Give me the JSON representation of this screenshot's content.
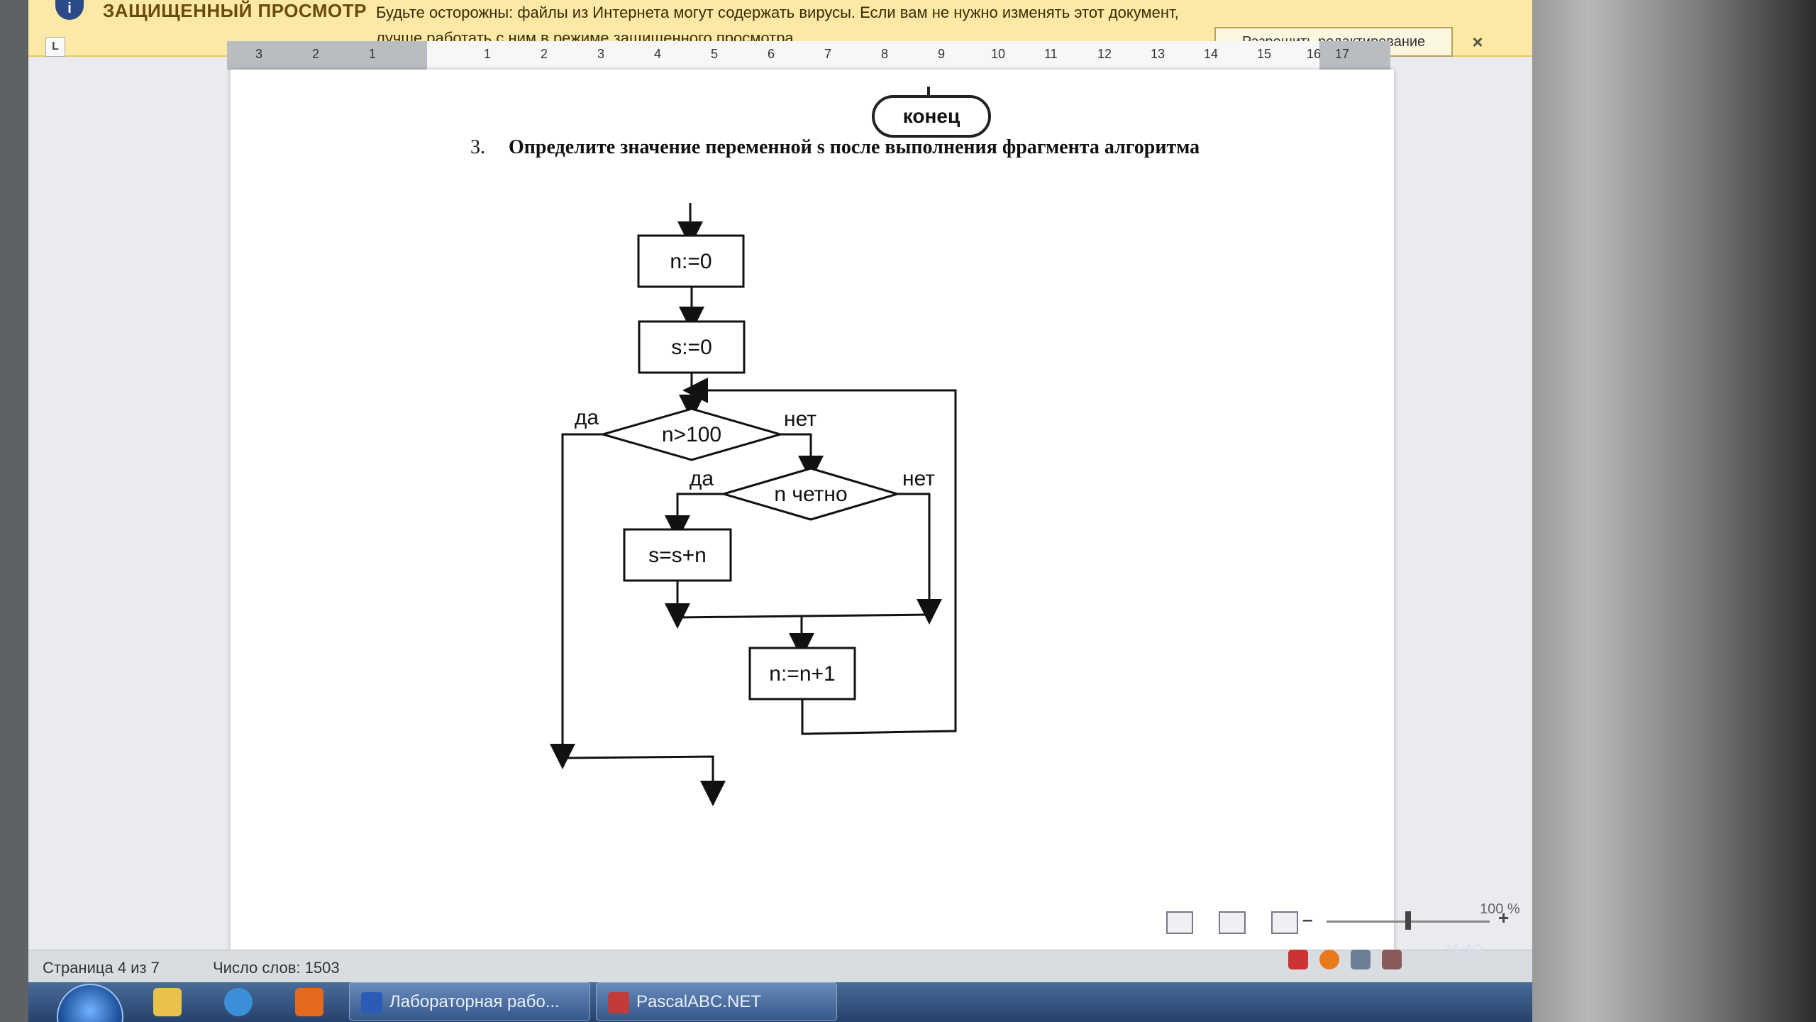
{
  "protected_view": {
    "icon": "info-shield-icon",
    "title": "ЗАЩИЩЕННЫЙ ПРОСМОТР",
    "message": "Будьте осторожны: файлы из Интернета могут содержать вирусы. Если вам не нужно изменять этот документ, лучше работать с ним в режиме защищенного просмотра.",
    "enable_button": "Разрешить редактирование",
    "close": "×"
  },
  "ruler": {
    "corner": "L",
    "ticks": [
      "3",
      "2",
      "1",
      "1",
      "2",
      "3",
      "4",
      "5",
      "6",
      "7",
      "8",
      "9",
      "10",
      "11",
      "12",
      "13",
      "14",
      "15",
      "16",
      "17"
    ]
  },
  "document": {
    "end_terminal": "конец",
    "task_number": "3.",
    "task_text": "Определите значение переменной s после выполнения фрагмента алгоритма",
    "flowchart": {
      "init_n": "n:=0",
      "init_s": "s:=0",
      "cond1": "n>100",
      "cond1_yes": "да",
      "cond1_no": "нет",
      "cond2": "n четно",
      "cond2_yes": "да",
      "cond2_no": "нет",
      "add": "s=s+n",
      "inc": "n:=n+1"
    }
  },
  "statusbar": {
    "page": "Страница 4 из 7",
    "words": "Число слов: 1503",
    "zoom_minus": "–",
    "zoom_plus": "+",
    "zoom": "100 %"
  },
  "taskbar": {
    "items": [
      "Лабораторная рабо...",
      "PascalABC.NET"
    ],
    "clock": "11:19"
  }
}
